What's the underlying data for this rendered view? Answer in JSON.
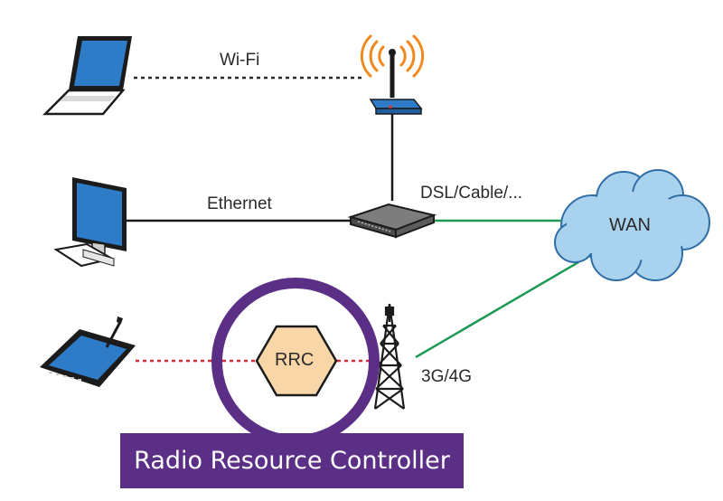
{
  "nodes": {
    "wan": "WAN",
    "rrc": "RRC"
  },
  "links": {
    "wifi": "Wi-Fi",
    "ethernet": "Ethernet",
    "dsl": "DSL/Cable/...",
    "cellular": "3G/4G"
  },
  "banner": "Radio Resource Controller",
  "colors": {
    "device_blue": "#2e7bc8",
    "wan_cloud": "#a9d2ef",
    "green_link": "#1f9a55",
    "red_link": "#d42a3a",
    "rrc_fill": "#f8d6a8",
    "accent_purple": "#5b2f86",
    "wifi_waves": "#f08a1e"
  },
  "icons": [
    "laptop-icon",
    "desktop-icon",
    "tablet-icon",
    "router-icon",
    "switch-icon",
    "cell-tower-icon",
    "cloud-icon"
  ]
}
